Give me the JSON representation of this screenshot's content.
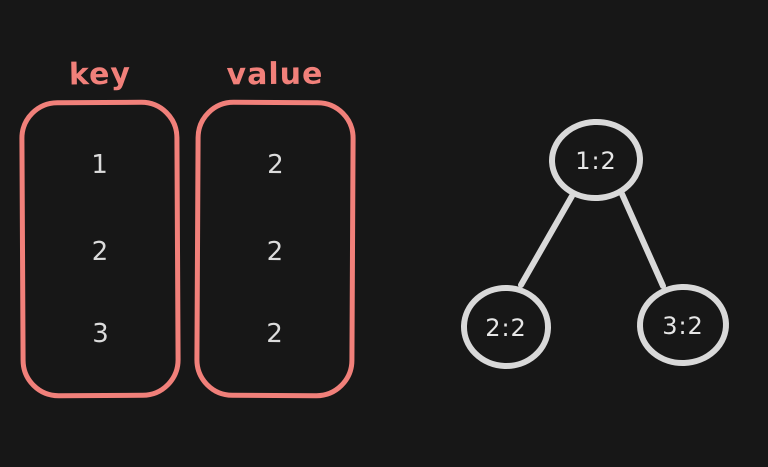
{
  "colors": {
    "background": "#171717",
    "accent": "#f1807a",
    "node_stroke": "#d9d9d9",
    "text_light": "#e6e6e6"
  },
  "hashmap": {
    "key_column": {
      "label": "key",
      "items": [
        "1",
        "2",
        "3"
      ]
    },
    "value_column": {
      "label": "value",
      "items": [
        "2",
        "2",
        "2"
      ]
    }
  },
  "tree": {
    "root": {
      "label": "1:2"
    },
    "left_child": {
      "label": "2:2"
    },
    "right_child": {
      "label": "3:2"
    }
  }
}
